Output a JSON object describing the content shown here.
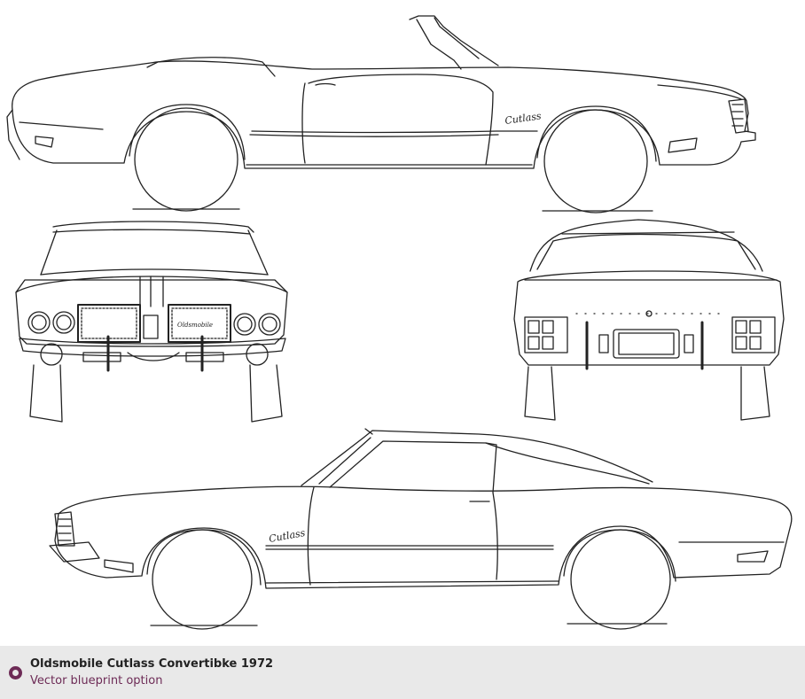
{
  "caption": {
    "title": "Oldsmobile Cutlass Convertibke 1972",
    "subtitle": "Vector blueprint option"
  },
  "badges": {
    "side_top": "Cutlass",
    "front_grille": "Oldsmobile",
    "side_bottom": "Cutlass"
  },
  "colors": {
    "accent": "#6d2b56",
    "footer_bg": "#e9e9e9",
    "line": "#222222"
  },
  "icons": {
    "caption_marker": "ring-bullet-icon"
  }
}
